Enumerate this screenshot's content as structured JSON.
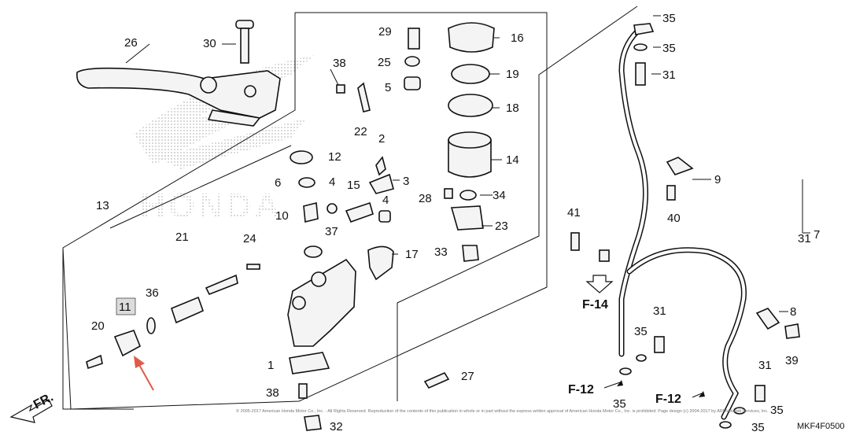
{
  "diagram": {
    "callouts": [
      "1",
      "2",
      "3",
      "4",
      "4",
      "5",
      "6",
      "7",
      "8",
      "9",
      "10",
      "11",
      "12",
      "13",
      "14",
      "15",
      "16",
      "17",
      "18",
      "19",
      "20",
      "21",
      "22",
      "23",
      "24",
      "25",
      "26",
      "27",
      "28",
      "29",
      "30",
      "31",
      "31",
      "31",
      "31",
      "32",
      "33",
      "34",
      "35",
      "35",
      "35",
      "35",
      "35",
      "35",
      "36",
      "37",
      "38",
      "38",
      "39",
      "40",
      "41"
    ],
    "refs": [
      "F-14",
      "F-12",
      "F-12",
      "FR."
    ],
    "diagram_code": "MKF4F0500",
    "copyright": "© 2005-2017 American Honda Motor Co., Inc. - All Rights Reserved. Reproduction of the contents of this publication in whole or in part without the express written approval of American Honda Motor Co., Inc. is prohibited. Page design (c) 2004-2017 by ARI Network Services, Inc.",
    "watermark": "HONDA",
    "highlighted_part": "11",
    "colors": {
      "ink": "#111111",
      "highlight_box": "#dcdcdc",
      "arrow": "#e05a4a",
      "halftone": "#bdbdbd"
    }
  }
}
